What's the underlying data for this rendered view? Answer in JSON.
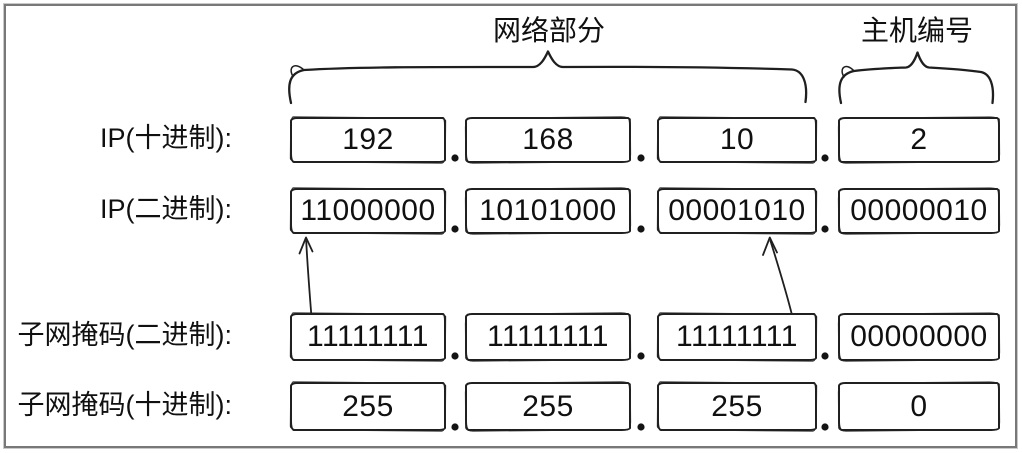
{
  "braces": {
    "network_label": "网络部分",
    "host_label": "主机编号"
  },
  "rows": [
    {
      "key": "ip_decimal",
      "label": "IP(十进制):",
      "octets": [
        "192",
        "168",
        "10",
        "2"
      ]
    },
    {
      "key": "ip_binary",
      "label": "IP(二进制):",
      "octets": [
        "11000000",
        "10101000",
        "00001010",
        "00000010"
      ]
    },
    {
      "key": "mask_binary",
      "label": "子网掩码(二进制):",
      "octets": [
        "11111111",
        "11111111",
        "11111111",
        "00000000"
      ]
    },
    {
      "key": "mask_decimal",
      "label": "子网掩码(十进制):",
      "octets": [
        "255",
        "255",
        "255",
        "0"
      ]
    }
  ],
  "separator": ".",
  "colors": {
    "ink": "#1f1f1f",
    "frame": "#787878",
    "background": "#ffffff"
  }
}
